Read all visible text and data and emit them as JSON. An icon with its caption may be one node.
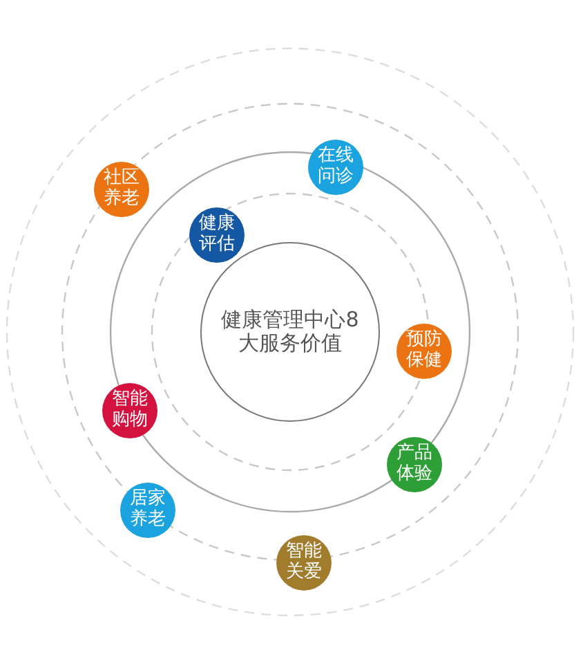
{
  "diagram": {
    "nodes": [
      {
        "text": [
          "健康管理中心8大服务价值"
        ]
      },
      {
        "text": [
          "社区养老"
        ]
      },
      {
        "text": [
          "在线问诊"
        ]
      },
      {
        "text": [
          "健康评估"
        ]
      },
      {
        "text": [
          "预防保健"
        ]
      },
      {
        "text": [
          "智能购物"
        ]
      },
      {
        "text": [
          "产品体验"
        ]
      },
      {
        "text": [
          "居家养老"
        ]
      },
      {
        "text": [
          "智能关爱"
        ]
      }
    ]
  }
}
